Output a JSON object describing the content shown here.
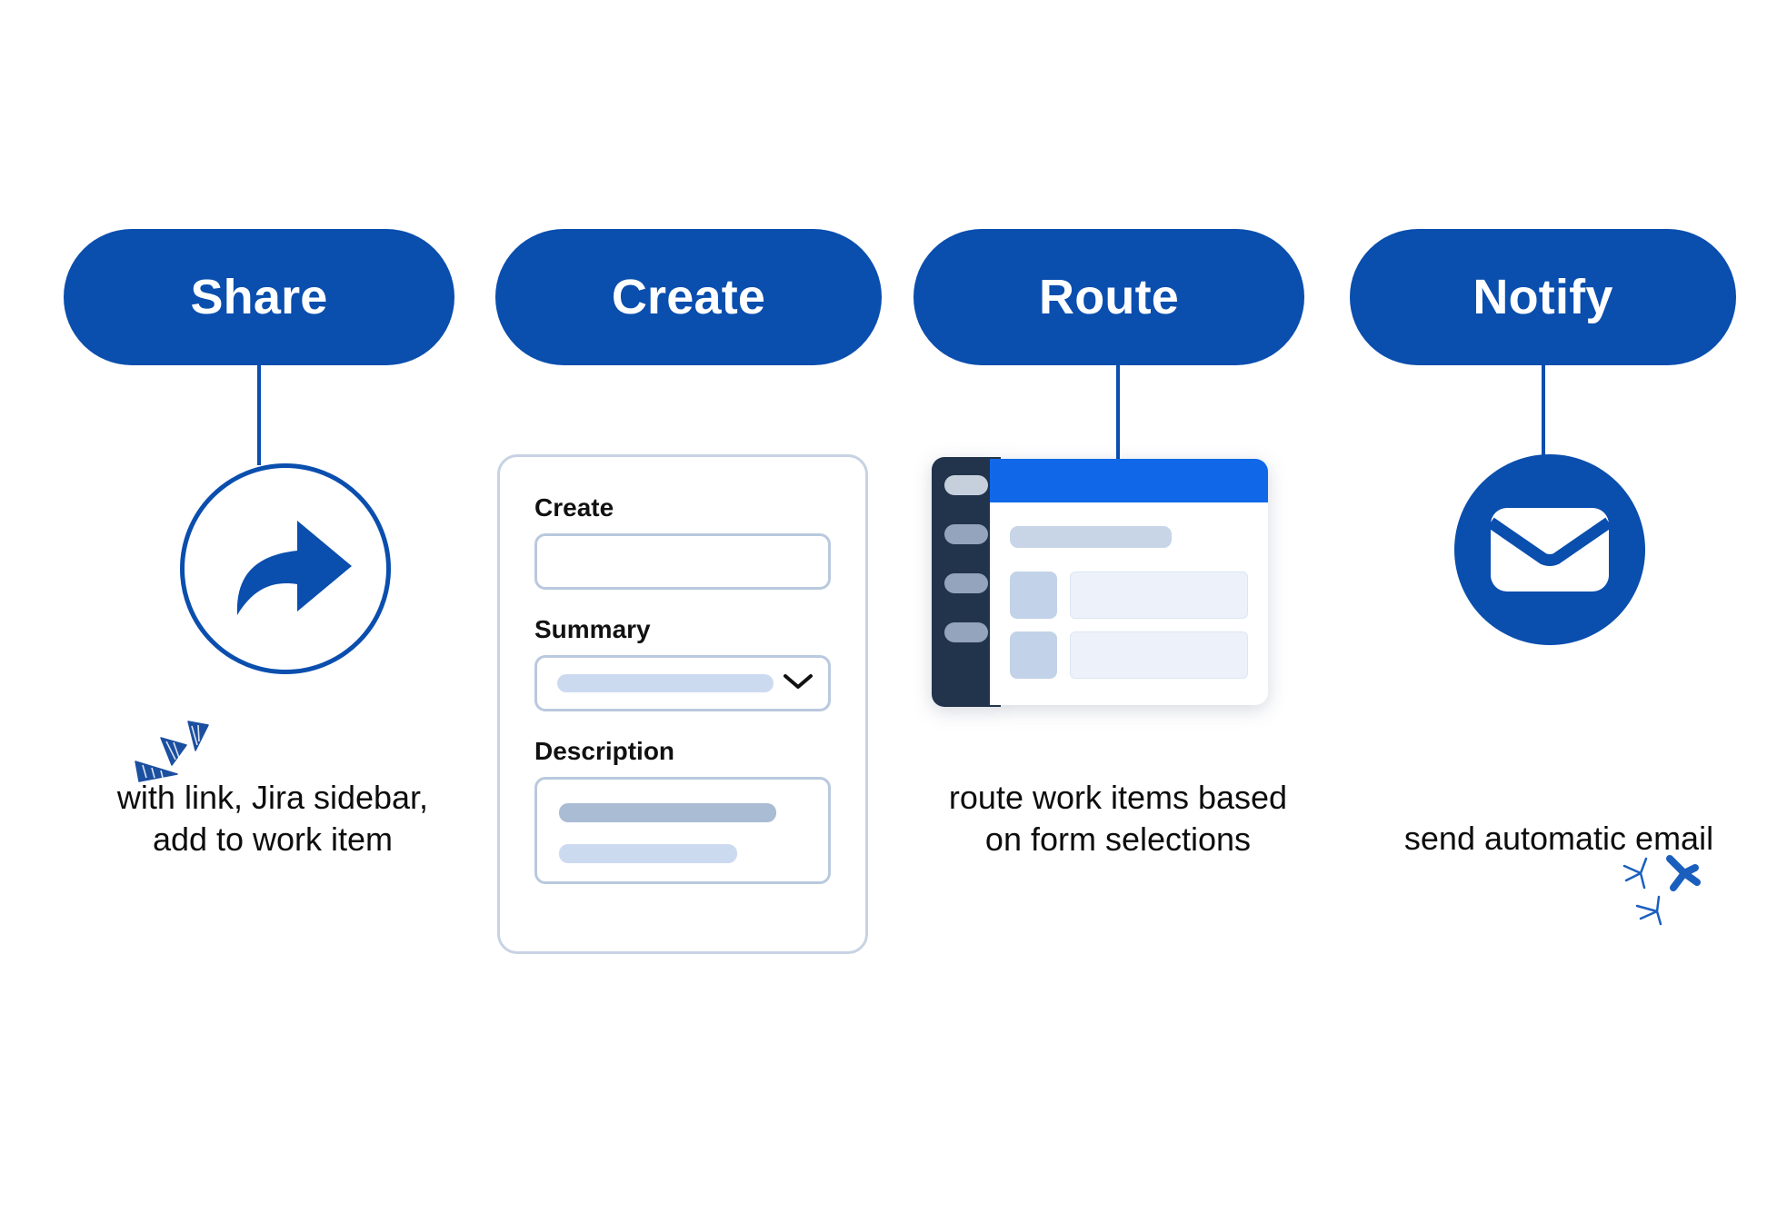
{
  "theme": {
    "brand_blue": "#0A4EAE",
    "accent_blue": "#1068E8",
    "sidebar_dark": "#22334C",
    "field_border": "#B9C9DE",
    "card_border": "#C7D3E3",
    "placeholder_light": "#CCDAF0",
    "placeholder_dark": "#A9BCD4",
    "text_dark": "#0d0d0d",
    "white": "#ffffff"
  },
  "steps": [
    {
      "id": "share",
      "pill_label": "Share",
      "caption": "with link, Jira sidebar, add to work item",
      "icon_name": "share-arrow-icon",
      "decoration": "confetti-triangles"
    },
    {
      "id": "create",
      "pill_label": "Create",
      "caption": "",
      "icon_name": "create-form-card",
      "decoration": ""
    },
    {
      "id": "route",
      "pill_label": "Route",
      "caption": "route work items based on form selections",
      "icon_name": "browser-window-icon",
      "decoration": ""
    },
    {
      "id": "notify",
      "pill_label": "Notify",
      "caption": "send automatic email",
      "icon_name": "envelope-icon",
      "decoration": "sparkle-marks"
    }
  ],
  "create_form": {
    "fields": [
      {
        "label": "Create",
        "type": "text",
        "value": "",
        "placeholder": ""
      },
      {
        "label": "Summary",
        "type": "select",
        "value": "",
        "placeholder": ""
      },
      {
        "label": "Description",
        "type": "textarea",
        "value": "",
        "placeholder": ""
      }
    ],
    "chevron_icon": "chevron-down-icon"
  },
  "route_browser": {
    "nav_items": [
      "nav-item-1",
      "nav-item-2",
      "nav-item-3",
      "nav-item-4"
    ],
    "active_nav_index": 0,
    "form_rows": 2
  }
}
